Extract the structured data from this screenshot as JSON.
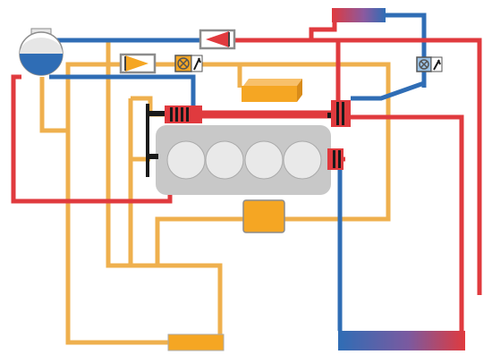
{
  "diagram": {
    "kind": "engine cooling circuit schematic",
    "colors": {
      "hot": "#e03a3e",
      "cold": "#2f6db5",
      "auxiliary": "#efb04e",
      "component_orange": "#f5a623",
      "engine_block": "#c8c8c8",
      "cylinder": "#e9e9e9",
      "dark": "#1a1a1a",
      "device_border": "#8c8c8c",
      "water": "#2f6db5",
      "tank_top": "#e6e6e6"
    },
    "components": [
      {
        "id": "expansion-tank",
        "icon": "tank-icon"
      },
      {
        "id": "engine-block",
        "cylinders": 4
      },
      {
        "id": "thermostat-upper",
        "icon": "thermostat-icon"
      },
      {
        "id": "thermostat-lower",
        "icon": "thermostat-icon"
      },
      {
        "id": "water-pump",
        "icon": "pump-icon"
      },
      {
        "id": "oil-cooler",
        "icon": "heat-exchanger-icon"
      },
      {
        "id": "intercooler",
        "icon": "heat-exchanger-icon"
      },
      {
        "id": "radiator-main",
        "icon": "radiator-icon"
      },
      {
        "id": "heater-core",
        "icon": "radiator-icon"
      },
      {
        "id": "check-valve-red",
        "icon": "check-valve-icon"
      },
      {
        "id": "check-valve-yellow",
        "icon": "check-valve-icon"
      },
      {
        "id": "shutoff-valve-upper",
        "icon": "solenoid-valve-icon"
      },
      {
        "id": "shutoff-valve-right",
        "icon": "solenoid-valve-icon"
      },
      {
        "id": "electric-pump",
        "icon": "pump-icon"
      },
      {
        "id": "cylinder-head-connector",
        "icon": "connector-icon"
      }
    ]
  }
}
